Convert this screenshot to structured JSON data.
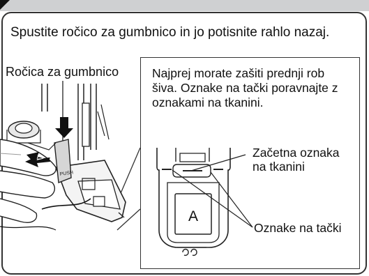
{
  "instruction": "Spustite ročico za gumbnico in jo potisnite rahlo nazaj.",
  "lever_label": "Ročica za gumbnico",
  "callout_text": "Najprej morate zašiti prednji rob šiva. Oznake na tački poravnajte z oznakami na tkanini.",
  "fabric_mark_label": {
    "line1": "Začetna oznaka",
    "line2": "na tkanini"
  },
  "foot_marks_label": "Oznake na tački",
  "foot_letter": "A",
  "push_label": "PUSH"
}
